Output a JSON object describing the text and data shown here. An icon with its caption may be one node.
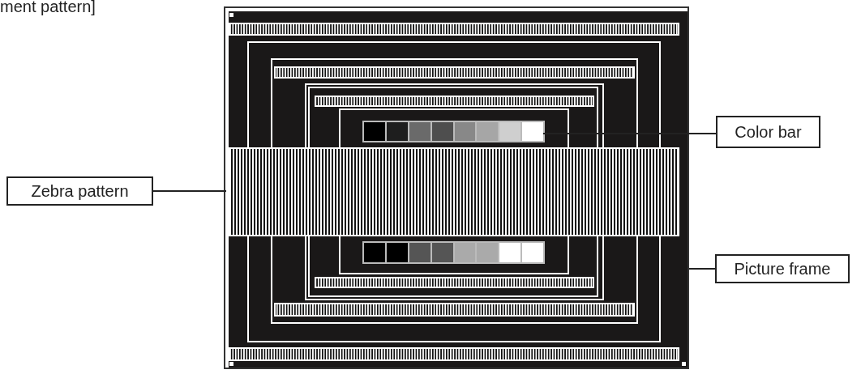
{
  "diagram": {
    "nodes": [
      {
        "text": [],
        "shape": "box"
      },
      {
        "text": [],
        "shape": "bar",
        "in": 0
      },
      {
        "text": [],
        "shape": "bar",
        "in": 0
      },
      {
        "text": [],
        "shape": "bar",
        "in": 0
      },
      {
        "text": [
          "Color bar"
        ]
      },
      {
        "text": [
          "Zebra pattern"
        ]
      },
      {
        "text": [
          "Picture frame"
        ]
      }
    ],
    "edges": [
      {
        "from": 4,
        "to": 1,
        "arrow": "none"
      },
      {
        "from": 5,
        "to": 2,
        "arrow": "none"
      },
      {
        "from": 6,
        "to": 0,
        "arrow": "none"
      }
    ],
    "labels": [
      "ment pattern]"
    ]
  }
}
